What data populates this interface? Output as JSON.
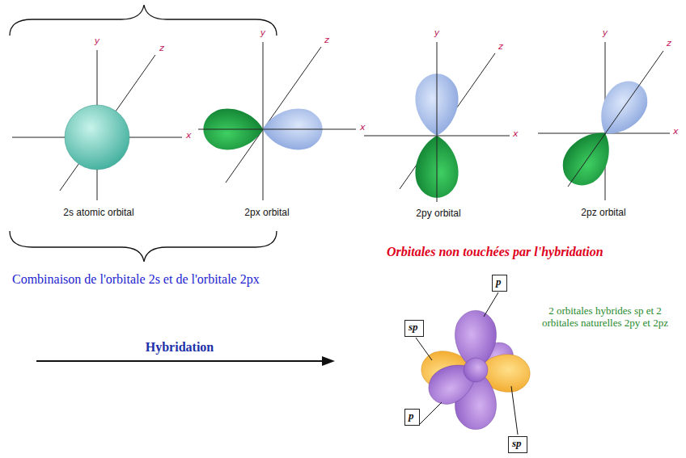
{
  "diagram": {
    "nodes": [
      {
        "text": [
          "p"
        ]
      },
      {
        "text": [
          "sp"
        ]
      },
      {
        "text": [
          "p"
        ]
      },
      {
        "text": [
          "sp"
        ]
      }
    ],
    "labels": [
      "y",
      "z",
      "x",
      "2s atomic orbital",
      "y",
      "z",
      "x",
      "2px orbital",
      "y",
      "z",
      "x",
      "2py orbital",
      "y",
      "z",
      "x",
      "2pz orbital",
      "Orbitales non touchées par l'hybridation",
      "Combinaison de l'orbitale 2s et de l'orbitale 2px",
      "Hybridation",
      "2 orbitales hybrides sp et 2 orbitales naturelles 2py et 2pz"
    ]
  }
}
